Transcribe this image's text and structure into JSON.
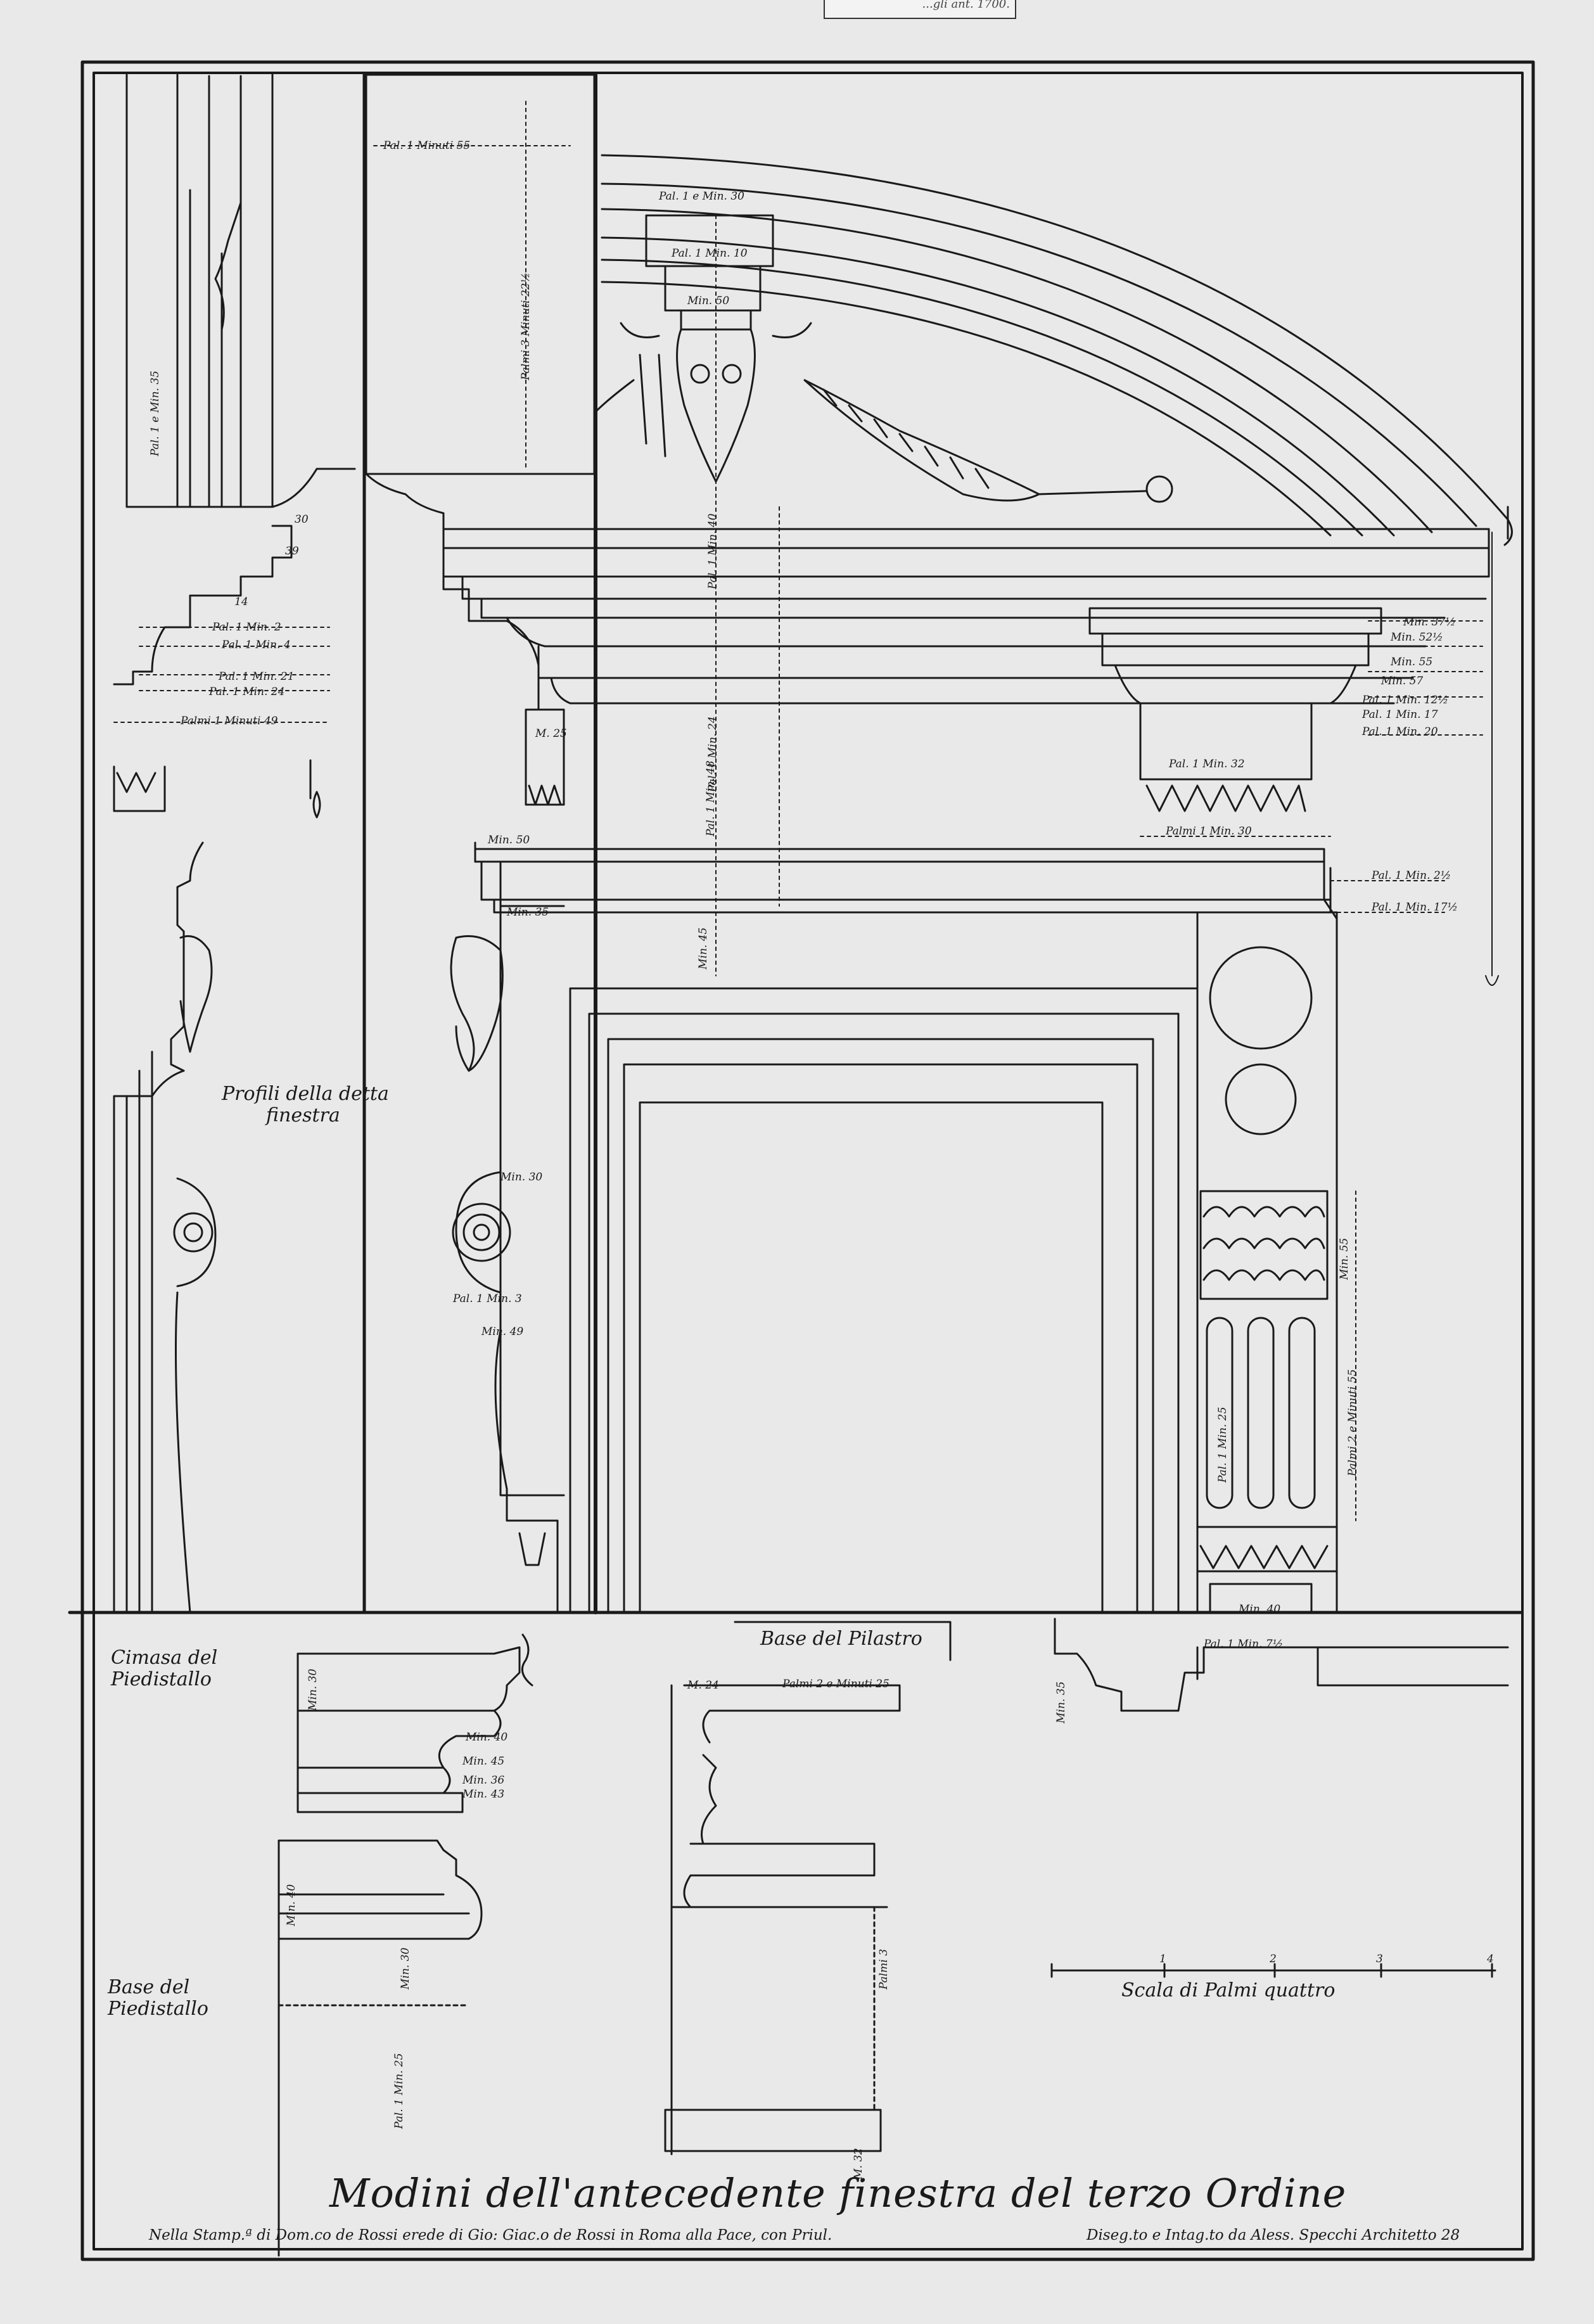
{
  "corner_fragment": "...gli ant. 1700.",
  "title": "Modini dell'antecedente finestra del terzo Ordine",
  "credits": {
    "publisher": "Nella Stamp.ª di Dom.co de Rossi erede di Gio: Giac.o de Rossi in Roma alla Pace, con Priul.",
    "artist": "Diseg.to e Intag.to da Aless. Specchi Architetto",
    "plate_number": "28"
  },
  "sections": {
    "profiles": [
      "Profili della detta",
      "finestra"
    ],
    "cimasa": [
      "Cimasa del",
      "Piedistallo"
    ],
    "base_piedistallo": [
      "Base del",
      "Piedistallo"
    ],
    "base_pilastro": "Base del Pilastro",
    "scale": "Scala di Palmi quattro"
  },
  "scale_ticks": [
    "1",
    "2",
    "3",
    "4"
  ],
  "measurements": {
    "pal1_min30": "Pal. 1 e Min. 30",
    "pal1_min10": "Pal. 1 Min. 10",
    "min50_top": "Min. 50",
    "pal1_min55": "Pal. 1 Minuti 55",
    "palmi3_min22": "Palmi 3 Minuti 22½",
    "pal1_min32_bracket": "Pal. 1 Min. 32",
    "palmi1_min30": "Palmi 1 Min. 30",
    "pal1_min2_a": "Pal. 1 Min. 2½",
    "pal1_min17_a": "Pal. 1 Min. 17½",
    "r_min37": "Min. 37½",
    "r_min52": "Min. 52½",
    "r_min55": "Min. 55",
    "r_min57": "Min. 57",
    "r_pal1_min12": "Pal. 1 Min. 12½",
    "r_pal1_min17": "Pal. 1 Min. 17",
    "r_pal1_min20": "Pal. 1 Min. 20",
    "l_pal1_min2": "Pal. 1 Min. 2",
    "l_pal1_min4": "Pal. 1 Min. 4",
    "l_pal1_min21": "Pal. 1 Min. 21",
    "l_pal1_min24": "Pal. 1 Min. 24",
    "l_palmi1_min49": "Palmi 1 Minuti 49",
    "num_30": "30",
    "num_39": "39",
    "num_14": "14",
    "min50_mid": "Min. 50",
    "min35": "Min. 35",
    "min30_console": "Min. 30",
    "pal1_min3": "Pal. 1 Min. 3",
    "min49": "Min. 49",
    "m25": "M. 25",
    "pal1_min25": "Pal. 1 Min. 25",
    "palmi2_min55": "Palmi 2 e Minuti 55",
    "min55_v": "Min. 55",
    "min40_bottom": "Min. 40",
    "pal1_min7": "Pal. 1 Min. 7½",
    "min35_corner": "Min. 35",
    "cim_min30": "Min. 30",
    "cim_min40": "Min. 40",
    "cim_min45": "Min. 45",
    "cim_min36": "Min. 36",
    "cim_min43": "Min. 43",
    "bp_min30": "Min. 30",
    "bp_min40": "Min. 40",
    "bp_pal1_min25": "Pal. 1 Min. 25",
    "bpil_m24": "M. 24",
    "bpil_palmi2_min25": "Palmi 2 e Minuti 25",
    "bpil_palmi3": "Palmi 3",
    "bpil_m32": "M. 32",
    "v_palmi_1": "Pal. 1 Min. 40",
    "v_min_45": "Min. 45",
    "v_pal1_min48": "Pal. 1 Min. 48",
    "v_pal1_min24": "Pal. 1 Min. 24",
    "v_pal1_min35": "Pal. 1 e Min. 35"
  }
}
